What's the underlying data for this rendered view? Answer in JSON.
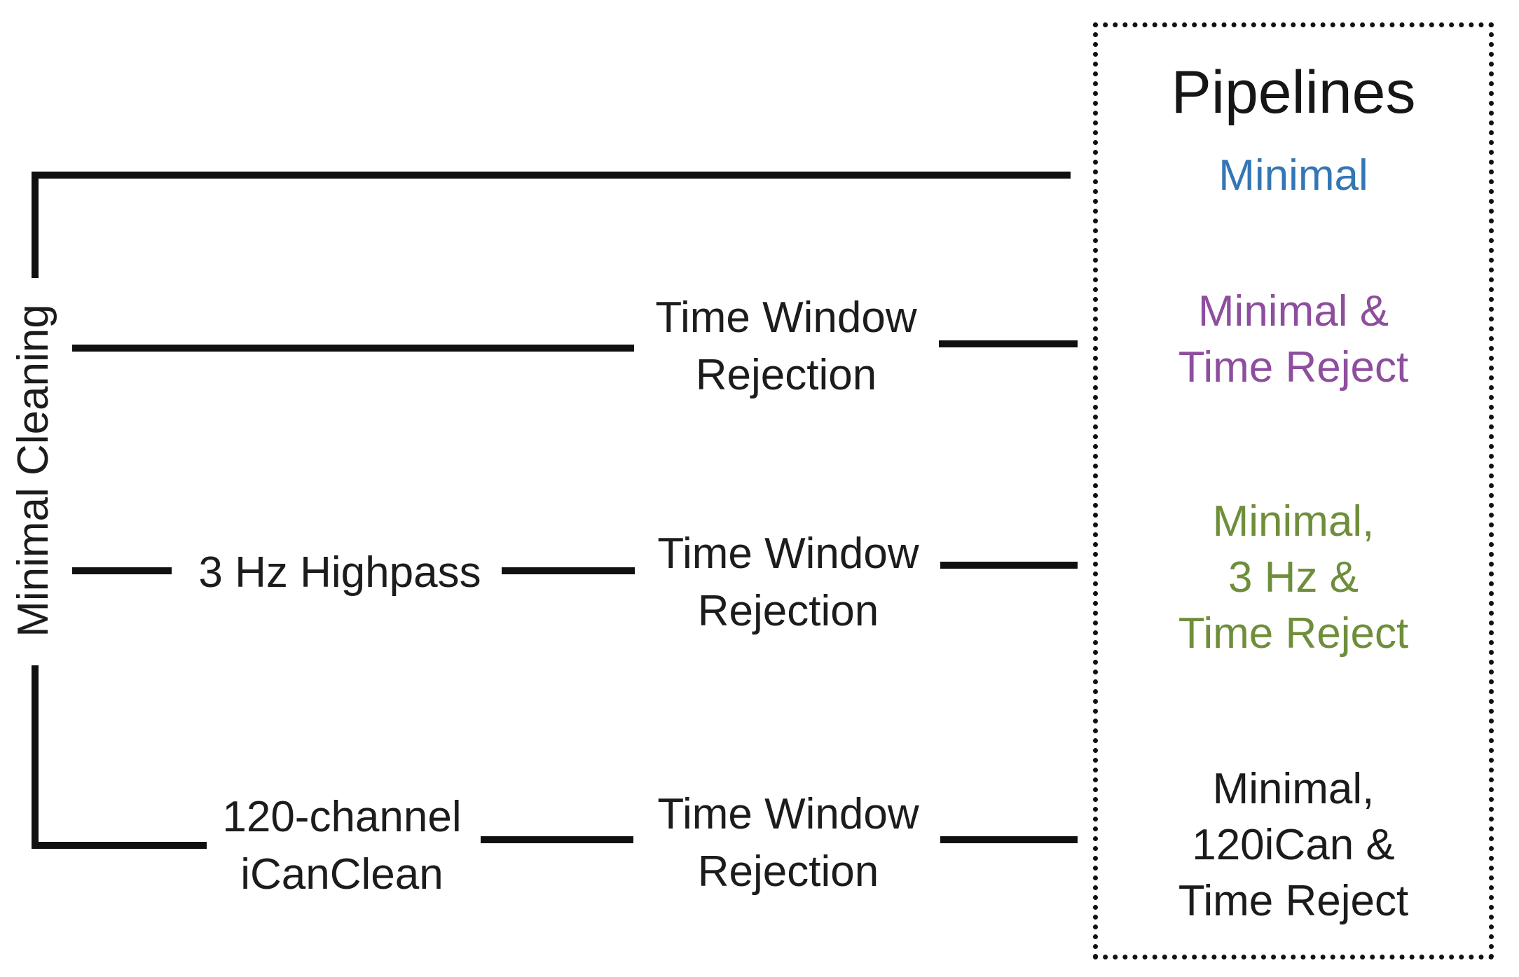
{
  "diagram": {
    "root_label": "Minimal Cleaning",
    "nodes": {
      "highpass": "3 Hz Highpass",
      "ican_line1": "120-channel",
      "ican_line2": "iCanClean",
      "tw_line1": "Time Window",
      "tw_line2": "Rejection"
    },
    "pipelines": {
      "title": "Pipelines",
      "entries": [
        {
          "name": "Minimal",
          "color": "#3376B5",
          "lines": [
            "Minimal"
          ]
        },
        {
          "name": "Minimal & Time Reject",
          "color": "#8E4E9E",
          "lines": [
            "Minimal &",
            "Time Reject"
          ]
        },
        {
          "name": "Minimal, 3 Hz & Time Reject",
          "color": "#6F8E3B",
          "lines": [
            "Minimal,",
            "3 Hz &",
            "Time Reject"
          ]
        },
        {
          "name": "Minimal, 120iCan & Time Reject",
          "color": "#1B1B1B",
          "lines": [
            "Minimal,",
            "120iCan &",
            "Time Reject"
          ]
        }
      ]
    },
    "colors": {
      "line": "#101010",
      "text": "#1C1C1C",
      "border": "#111111",
      "background": "#FFFFFF"
    }
  }
}
